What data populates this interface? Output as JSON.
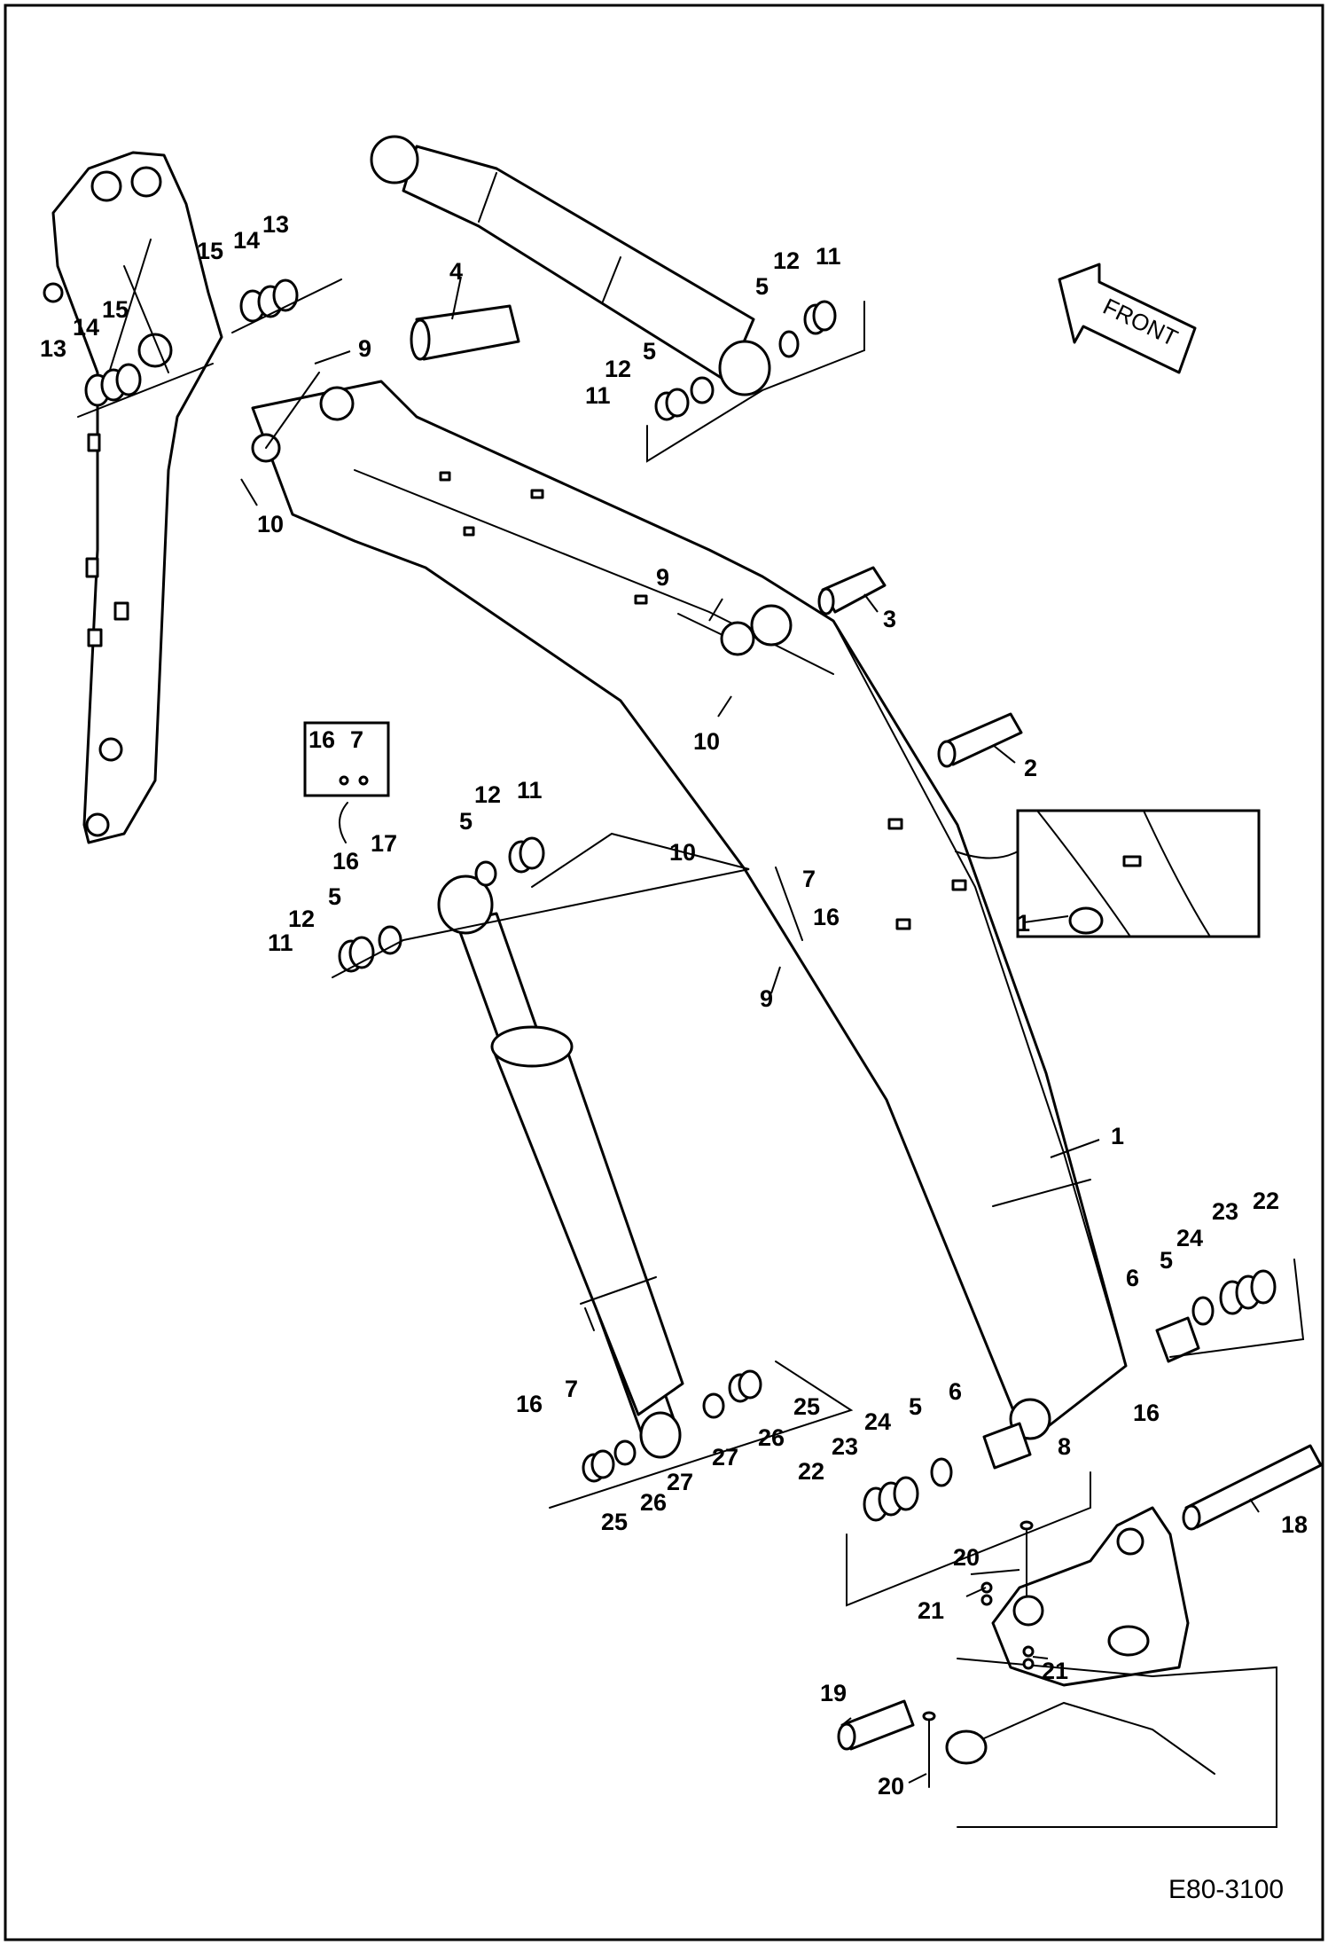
{
  "drawing_code": "E80-3100",
  "front_label": "FRONT",
  "labels": {
    "p1a": "1",
    "p1b": "1",
    "p2": "2",
    "p3": "3",
    "p4": "4",
    "p5a": "5",
    "p5b": "5",
    "p5c": "5",
    "p5d": "5",
    "p5e": "5",
    "p5f": "5",
    "p6a": "6",
    "p6b": "6",
    "p7a": "7",
    "p7b": "7",
    "p7c": "7",
    "p8": "8",
    "p9a": "9",
    "p9b": "9",
    "p9c": "9",
    "p10a": "10",
    "p10b": "10",
    "p10c": "10",
    "p11a": "11",
    "p11b": "11",
    "p11c": "11",
    "p11d": "11",
    "p12a": "12",
    "p12b": "12",
    "p12c": "12",
    "p12d": "12",
    "p13a": "13",
    "p13b": "13",
    "p14a": "14",
    "p14b": "14",
    "p15a": "15",
    "p15b": "15",
    "p16a": "16",
    "p16b": "16",
    "p16c": "16",
    "p16d": "16",
    "p16e": "16",
    "p17": "17",
    "p18": "18",
    "p19": "19",
    "p20a": "20",
    "p20b": "20",
    "p21a": "21",
    "p21b": "21",
    "p22a": "22",
    "p22b": "22",
    "p23a": "23",
    "p23b": "23",
    "p24a": "24",
    "p24b": "24",
    "p25a": "25",
    "p25b": "25",
    "p26a": "26",
    "p26b": "26",
    "p27a": "27",
    "p27b": "27"
  }
}
